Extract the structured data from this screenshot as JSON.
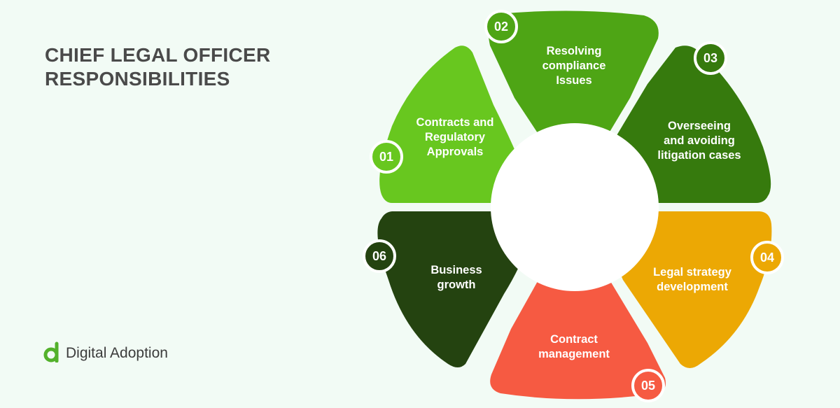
{
  "title": {
    "line1": "CHIEF LEGAL OFFICER",
    "line2": "RESPONSIBILITIES"
  },
  "logo": {
    "text": "Digital Adoption",
    "icon": "digital-adoption-logo-icon",
    "color": "#53b12b"
  },
  "segments": [
    {
      "number": "01",
      "lines": [
        "Contracts and",
        "Regulatory",
        "Approvals"
      ],
      "color": "#68c71f"
    },
    {
      "number": "02",
      "lines": [
        "Resolving",
        "compliance",
        "Issues"
      ],
      "color": "#4ea515"
    },
    {
      "number": "03",
      "lines": [
        "Overseeing",
        "and avoiding",
        "litigation cases"
      ],
      "color": "#367a0d"
    },
    {
      "number": "04",
      "lines": [
        "Legal strategy",
        "development"
      ],
      "color": "#eca804"
    },
    {
      "number": "05",
      "lines": [
        "Contract",
        "management"
      ],
      "color": "#f65a42"
    },
    {
      "number": "06",
      "lines": [
        "Business",
        "growth"
      ],
      "color": "#244310"
    }
  ],
  "center_color": "#ffffff",
  "background": "#f2fbf5"
}
